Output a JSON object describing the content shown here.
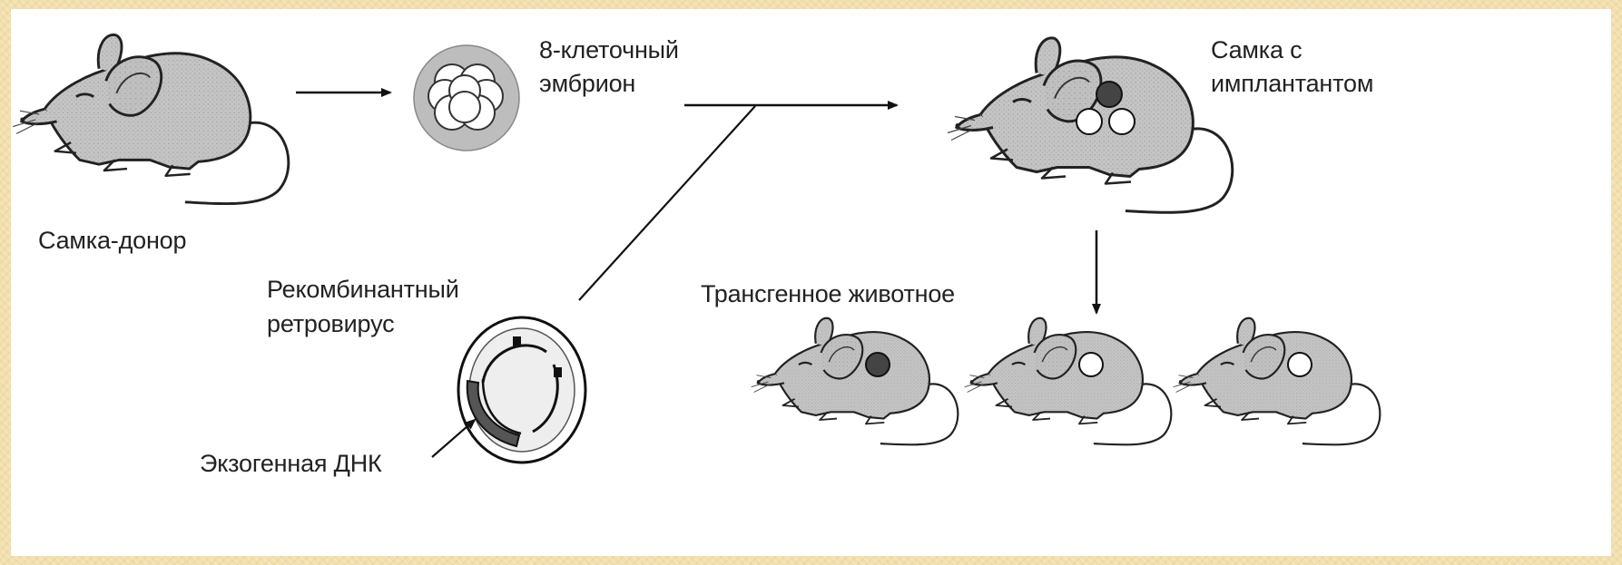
{
  "labels": {
    "donor_female": "Самка-донор",
    "embryo_line1": "8-клеточный",
    "embryo_line2": "эмбрион",
    "implant_female_line1": "Самка с",
    "implant_female_line2": "имплантантом",
    "retrovirus_line1": "Рекомбинантный",
    "retrovirus_line2": "ретровирус",
    "exogenous_dna": "Экзогенная ДНК",
    "transgenic_animal": "Трансгенное животное"
  },
  "colors": {
    "frame": "#f2dfae",
    "mouse_body": "#c4c4c4",
    "embryo_halo": "#c2c2c2",
    "dark_cell": "#444444",
    "dna_segment": "#555555"
  },
  "offspring": [
    {
      "cell": "dark"
    },
    {
      "cell": "light"
    },
    {
      "cell": "light"
    }
  ]
}
